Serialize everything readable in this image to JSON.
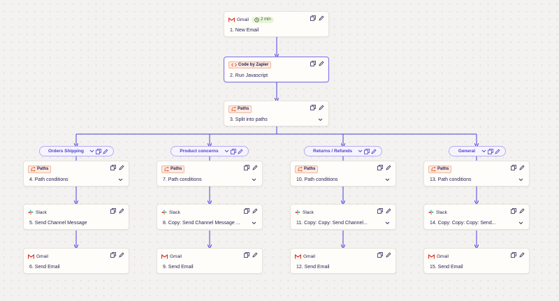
{
  "colors": {
    "connector": "#4a3ee0",
    "accent": "#7b6ce8",
    "code_badge": "#fde9df",
    "time_badge": "#e7f4d9"
  },
  "steps": {
    "s1": {
      "app": "Gmail",
      "time": "2 min",
      "sub": "1. New Email"
    },
    "s2": {
      "badge": "Code by Zapier",
      "sub": "2. Run Javascript"
    },
    "s3": {
      "badge": "Paths",
      "sub": "3. Split into paths"
    }
  },
  "paths": [
    {
      "name": "Orders Shipping",
      "conditions": {
        "badge": "Paths",
        "sub": "4. Path conditions"
      },
      "slack": {
        "app": "Slack",
        "sub": "5. Send Channel Message"
      },
      "gmail": {
        "app": "Gmail",
        "sub": "6. Send Email"
      }
    },
    {
      "name": "Product concerns",
      "conditions": {
        "badge": "Paths",
        "sub": "7. Path conditions"
      },
      "slack": {
        "app": "Slack",
        "sub": "8. Copy: Send Channel Message ..."
      },
      "gmail": {
        "app": "Gmail",
        "sub": "9. Send Email"
      }
    },
    {
      "name": "Returns / Refunds",
      "conditions": {
        "badge": "Paths",
        "sub": "10. Path conditions"
      },
      "slack": {
        "app": "Slack",
        "sub": "11. Copy: Copy: Send Channel..."
      },
      "gmail": {
        "app": "Gmail",
        "sub": "12. Send Email"
      }
    },
    {
      "name": "General",
      "conditions": {
        "badge": "Paths",
        "sub": "13. Path conditions"
      },
      "slack": {
        "app": "Slack",
        "sub": "14. Copy: Copy: Copy: Send..."
      },
      "gmail": {
        "app": "Gmail",
        "sub": "15. Send Email"
      }
    }
  ]
}
